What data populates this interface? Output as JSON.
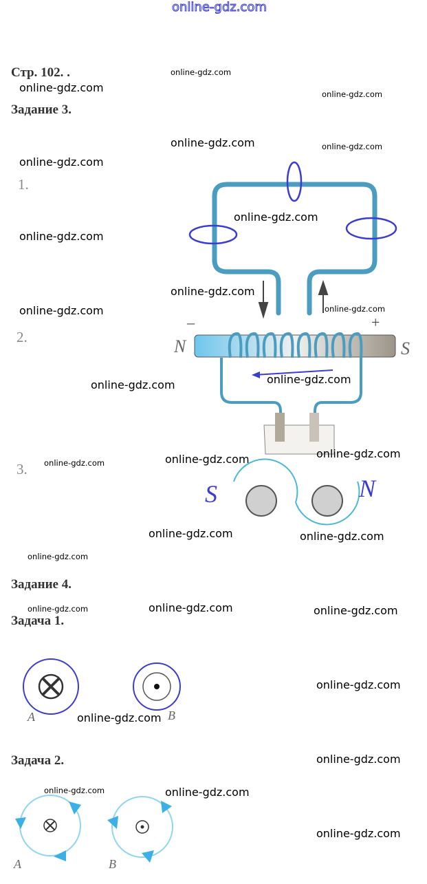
{
  "logo": "online-gdz.com",
  "headings": {
    "page": "Стр. 102. .",
    "task3": "Задание 3.",
    "task4": "Задание 4.",
    "problem1": "Задача 1.",
    "problem2": "Задача 2."
  },
  "items": {
    "one": "1.",
    "two": "2.",
    "three": "3."
  },
  "diagram_labels": {
    "n": "N",
    "s": "S",
    "minus": "–",
    "plus": "+",
    "s3": "S",
    "n3": "N",
    "a1": "A",
    "b1": "B",
    "a2": "A",
    "b2": "B"
  },
  "watermark": "online-gdz.com",
  "colors": {
    "wire": "#4a9cc0",
    "pen": "#3b3bd6",
    "arrow": "#3bb0e6"
  }
}
